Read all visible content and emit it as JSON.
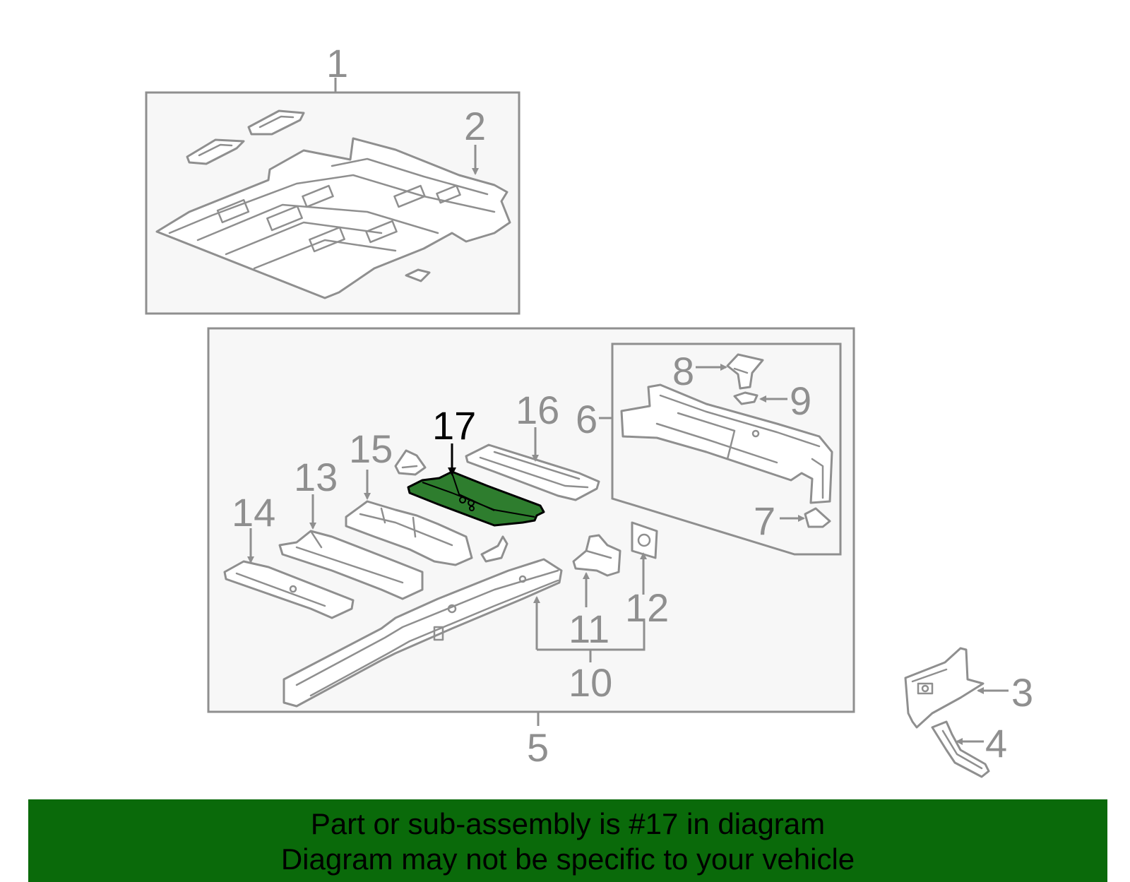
{
  "diagram": {
    "highlight_color": "#2e7d2e",
    "banner_color": "#0a6a0a",
    "callouts": {
      "c1": "1",
      "c2": "2",
      "c3": "3",
      "c4": "4",
      "c5": "5",
      "c6": "6",
      "c7": "7",
      "c8": "8",
      "c9": "9",
      "c10": "10",
      "c11": "11",
      "c12": "12",
      "c13": "13",
      "c14": "14",
      "c15": "15",
      "c16": "16",
      "c17": "17"
    }
  },
  "banner": {
    "line1": "Part or sub-assembly is #17 in diagram",
    "line2": "Diagram may not be specific to your vehicle"
  }
}
